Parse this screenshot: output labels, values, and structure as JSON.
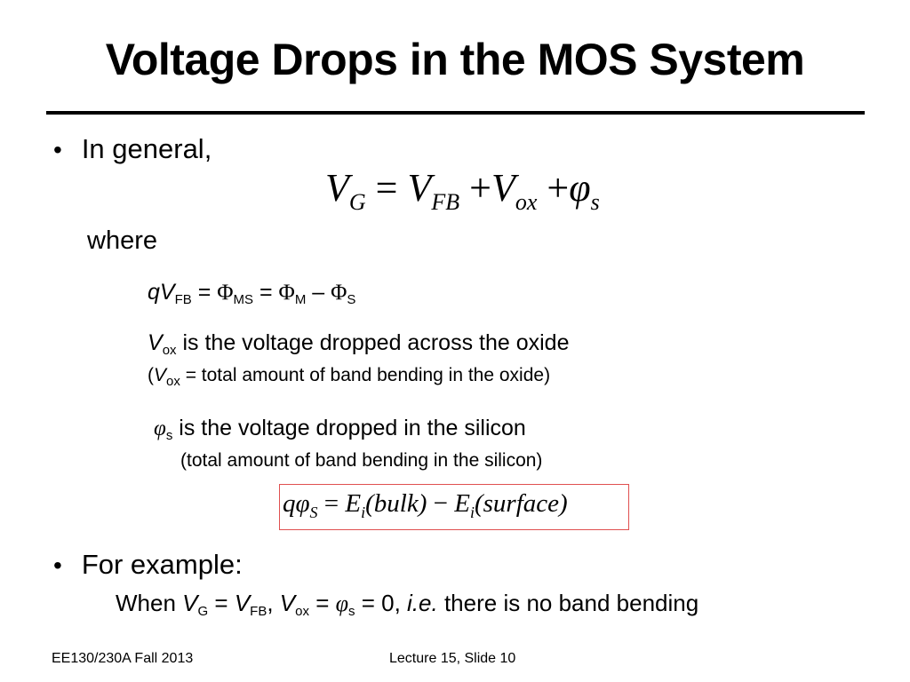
{
  "title": "Voltage Drops in the MOS System",
  "bullet": "•",
  "bullet1": "In general,",
  "eq1": {
    "V": "V",
    "G": "G",
    "eqs": "=",
    "FB": "FB",
    "plus": "+",
    "ox": "ox",
    "phi": "φ",
    "s": "s"
  },
  "where": "where",
  "qvfb": {
    "q": "q",
    "V": "V",
    "FB": "FB",
    "eq": " = ",
    "Phi": "Φ",
    "MS": "MS",
    "M": "M",
    "minus": " – ",
    "S": "S"
  },
  "vox": {
    "V": "V",
    "ox": "ox",
    "text": " is the voltage dropped across the oxide",
    "paren_open": "(",
    "paren_text": " = total amount of band bending in the oxide)"
  },
  "phis": {
    "phi": "φ",
    "s": "s",
    "text": " is the voltage dropped in the silicon",
    "paren": "(total amount of band bending in the silicon)"
  },
  "eq2": {
    "q": "q",
    "phi": "φ",
    "S": "S",
    "eq": " = ",
    "E": "E",
    "i": "i",
    "bulk": "(bulk)",
    "minus": " − ",
    "surface": "(surface)"
  },
  "bullet2": "For example:",
  "example": {
    "when": "When ",
    "V": "V",
    "G": "G",
    "eq": " = ",
    "FB": "FB",
    "comma": ", ",
    "ox": "ox",
    "phi": "φ",
    "s": "s",
    "zero": " = 0, ",
    "ie": "i.e.",
    "rest": " there is no band bending"
  },
  "footer": {
    "left": "EE130/230A Fall 2013",
    "center": "Lecture 15, Slide 10"
  },
  "colors": {
    "box_border": "#e05050",
    "text": "#000000",
    "background": "#ffffff"
  }
}
